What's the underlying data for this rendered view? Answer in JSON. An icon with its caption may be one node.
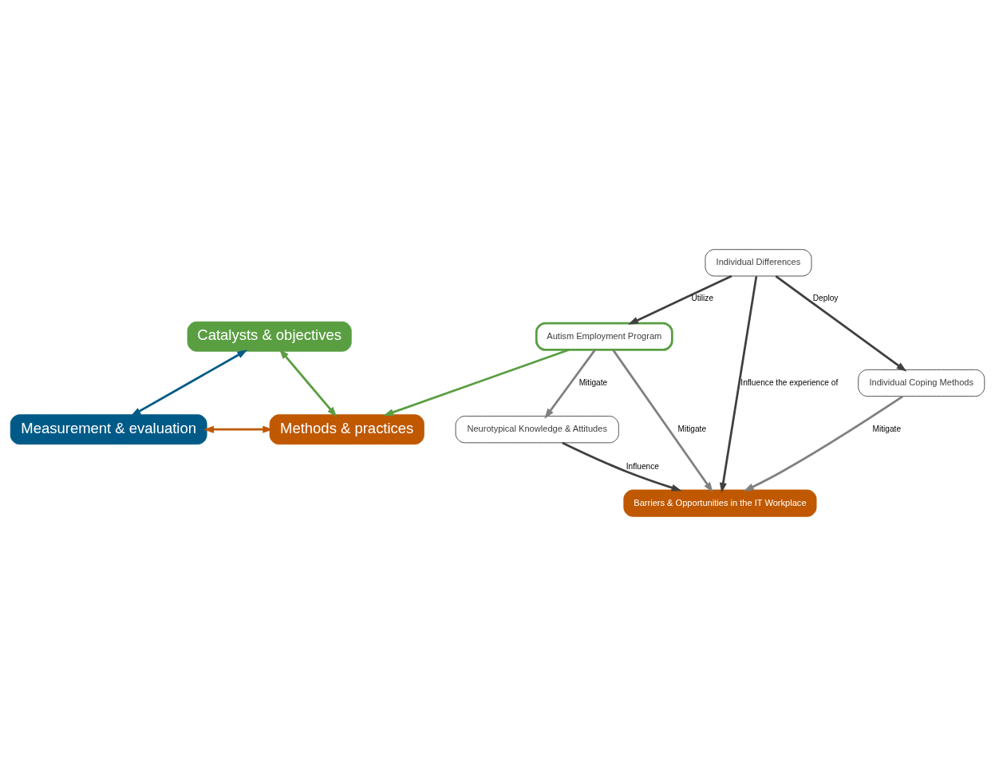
{
  "diagram": {
    "nodes": [
      {
        "text": [
          "Catalysts & objectives"
        ]
      },
      {
        "text": [
          "Measurement & evaluation"
        ]
      },
      {
        "text": [
          "Methods & practices"
        ]
      },
      {
        "text": [
          "Autism Employment Program"
        ]
      },
      {
        "text": [
          "Neurotypical Knowledge & Attitudes"
        ]
      },
      {
        "text": [
          "Individual Differences"
        ]
      },
      {
        "text": [
          "Barriers & Opportunities in the IT Workplace"
        ]
      },
      {
        "text": [
          "Individual Coping Methods"
        ]
      }
    ],
    "edges": [
      {
        "from": 0,
        "to": 1,
        "arrow": "both",
        "color": "#005a87"
      },
      {
        "from": 0,
        "to": 2,
        "arrow": "both",
        "color": "#5a9e42"
      },
      {
        "from": 1,
        "to": 2,
        "arrow": "both",
        "color": "#c05800"
      },
      {
        "from": 3,
        "to": 2,
        "arrow": "to",
        "color": "#5a9e42"
      },
      {
        "from": 3,
        "to": 4,
        "arrow": "to",
        "label": "Mitigate",
        "color": "#808080"
      },
      {
        "from": 3,
        "to": 6,
        "arrow": "to",
        "label": "Mitigate",
        "color": "#808080"
      },
      {
        "from": 5,
        "to": 3,
        "arrow": "to",
        "label": "Utilize"
      },
      {
        "from": 5,
        "to": 6,
        "arrow": "to",
        "label": "Influence the experience of"
      },
      {
        "from": 4,
        "to": 6,
        "arrow": "to",
        "label": "Influence"
      },
      {
        "from": 5,
        "to": 7,
        "arrow": "to",
        "label": "Deploy"
      },
      {
        "from": 7,
        "to": 6,
        "arrow": "to",
        "label": "Mitigate",
        "color": "#808080"
      }
    ]
  }
}
